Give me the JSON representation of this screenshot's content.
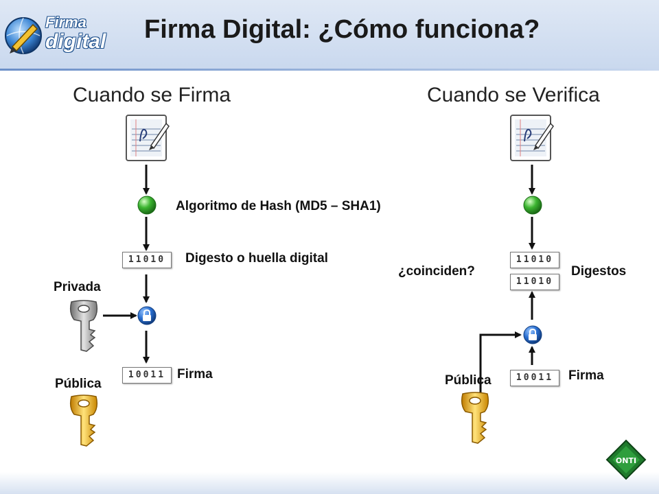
{
  "header": {
    "title": "Firma Digital: ¿Cómo funciona?",
    "logo": {
      "line1": "Firma",
      "line2": "digital"
    }
  },
  "sign": {
    "title": "Cuando se Firma",
    "hash_label": "Algoritmo de Hash (MD5 – SHA1)",
    "digest_label": "Digesto o huella digital",
    "digest_bits": "11010",
    "private_key_label": "Privada",
    "signature_bits": "10011",
    "signature_label": "Firma",
    "public_key_label": "Pública"
  },
  "verify": {
    "title": "Cuando se Verifica",
    "question_label": "¿coinciden?",
    "digests_label": "Digestos",
    "digest1_bits": "11010",
    "digest2_bits": "11010",
    "public_key_label": "Pública",
    "signature_bits": "10011",
    "signature_label": "Firma"
  },
  "footer": {
    "badge": "ONTI"
  },
  "colors": {
    "accent": "#1d4f8c",
    "hash_node": "#3cb531",
    "lock": "#2a6fd1",
    "private_key": "#9a9a9a",
    "public_key": "#f0b000"
  }
}
